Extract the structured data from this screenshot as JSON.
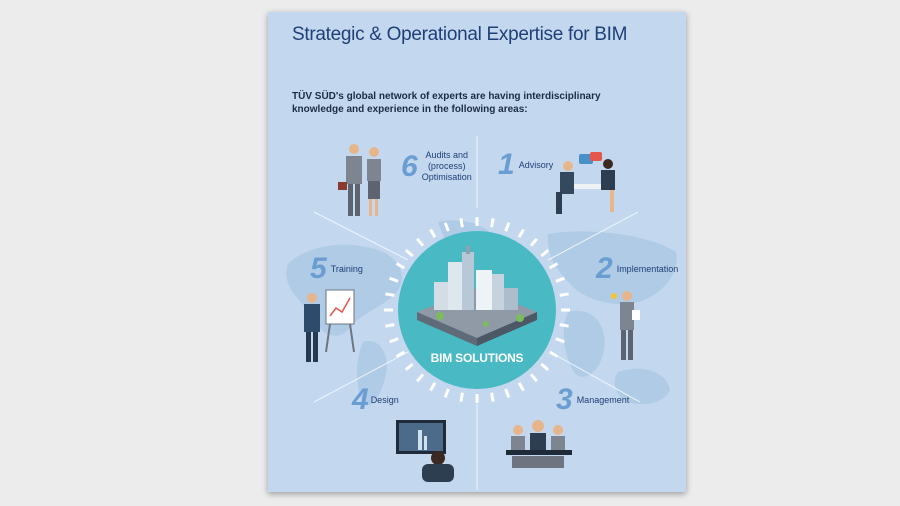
{
  "title": "Strategic & Operational Expertise for BIM",
  "intro": "TÜV SÜD's global network of experts are having interdisciplinary knowledge and experience in the following areas:",
  "center_label": "BIM SOLUTIONS",
  "areas": [
    {
      "number": "1",
      "label": "Advisory"
    },
    {
      "number": "2",
      "label": "Implementation"
    },
    {
      "number": "3",
      "label": "Management"
    },
    {
      "number": "4",
      "label": "Design"
    },
    {
      "number": "5",
      "label": "Training"
    },
    {
      "number": "6",
      "label_lines": [
        "Audits and",
        "(process)",
        "Optimisation"
      ]
    }
  ],
  "colors": {
    "background": "#c3d8ee",
    "title": "#1f3f78",
    "number": "#6a9dd1",
    "center_circle": "#49b9c4"
  }
}
